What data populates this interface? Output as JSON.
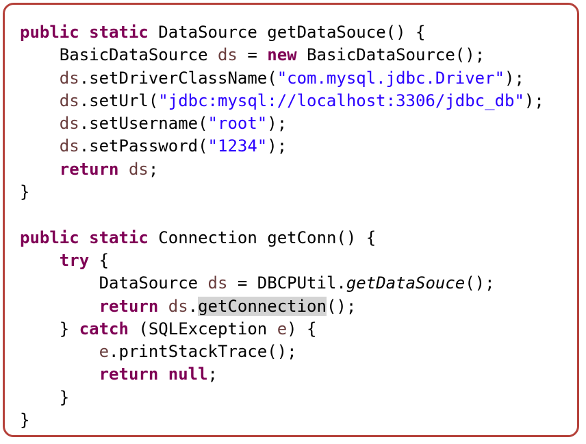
{
  "colors": {
    "border": "#b5413a",
    "keyword": "#7f0055",
    "variable": "#6a3e3e",
    "string": "#2a00ff",
    "plain": "#000000",
    "highlight": "#d4d4d4"
  },
  "code": {
    "lines": [
      [
        {
          "t": "public",
          "c": "kw"
        },
        {
          "t": " "
        },
        {
          "t": "static",
          "c": "kw"
        },
        {
          "t": " DataSource getDataSouce() {"
        }
      ],
      [
        {
          "t": "    BasicDataSource "
        },
        {
          "t": "ds",
          "c": "var"
        },
        {
          "t": " = "
        },
        {
          "t": "new",
          "c": "kw"
        },
        {
          "t": " BasicDataSource();"
        }
      ],
      [
        {
          "t": "    "
        },
        {
          "t": "ds",
          "c": "var"
        },
        {
          "t": ".setDriverClassName("
        },
        {
          "t": "\"com.mysql.jdbc.Driver\"",
          "c": "str"
        },
        {
          "t": ");"
        }
      ],
      [
        {
          "t": "    "
        },
        {
          "t": "ds",
          "c": "var"
        },
        {
          "t": ".setUrl("
        },
        {
          "t": "\"jdbc:mysql://localhost:3306/jdbc_db\"",
          "c": "str"
        },
        {
          "t": ");"
        }
      ],
      [
        {
          "t": "    "
        },
        {
          "t": "ds",
          "c": "var"
        },
        {
          "t": ".setUsername("
        },
        {
          "t": "\"root\"",
          "c": "str"
        },
        {
          "t": ");"
        }
      ],
      [
        {
          "t": "    "
        },
        {
          "t": "ds",
          "c": "var"
        },
        {
          "t": ".setPassword("
        },
        {
          "t": "\"1234\"",
          "c": "str"
        },
        {
          "t": ");"
        }
      ],
      [
        {
          "t": "    "
        },
        {
          "t": "return",
          "c": "kw"
        },
        {
          "t": " "
        },
        {
          "t": "ds",
          "c": "var"
        },
        {
          "t": ";"
        }
      ],
      [
        {
          "t": "}"
        }
      ],
      [
        {
          "t": ""
        }
      ],
      [
        {
          "t": "public",
          "c": "kw"
        },
        {
          "t": " "
        },
        {
          "t": "static",
          "c": "kw"
        },
        {
          "t": " Connection getConn() {"
        }
      ],
      [
        {
          "t": "    "
        },
        {
          "t": "try",
          "c": "kw"
        },
        {
          "t": " {"
        }
      ],
      [
        {
          "t": "        DataSource "
        },
        {
          "t": "ds",
          "c": "var"
        },
        {
          "t": " = DBCPUtil."
        },
        {
          "t": "getDataSouce",
          "c": "ital"
        },
        {
          "t": "();"
        }
      ],
      [
        {
          "t": "        "
        },
        {
          "t": "return",
          "c": "kw"
        },
        {
          "t": " "
        },
        {
          "t": "ds",
          "c": "var"
        },
        {
          "t": "."
        },
        {
          "t": "getConnection",
          "c": "hl"
        },
        {
          "t": "();"
        }
      ],
      [
        {
          "t": "    } "
        },
        {
          "t": "catch",
          "c": "kw"
        },
        {
          "t": " (SQLException "
        },
        {
          "t": "e",
          "c": "var"
        },
        {
          "t": ") {"
        }
      ],
      [
        {
          "t": "        "
        },
        {
          "t": "e",
          "c": "var"
        },
        {
          "t": ".printStackTrace();"
        }
      ],
      [
        {
          "t": "        "
        },
        {
          "t": "return",
          "c": "kw"
        },
        {
          "t": " "
        },
        {
          "t": "null",
          "c": "kw"
        },
        {
          "t": ";"
        }
      ],
      [
        {
          "t": "    }"
        }
      ],
      [
        {
          "t": "}"
        }
      ]
    ]
  }
}
